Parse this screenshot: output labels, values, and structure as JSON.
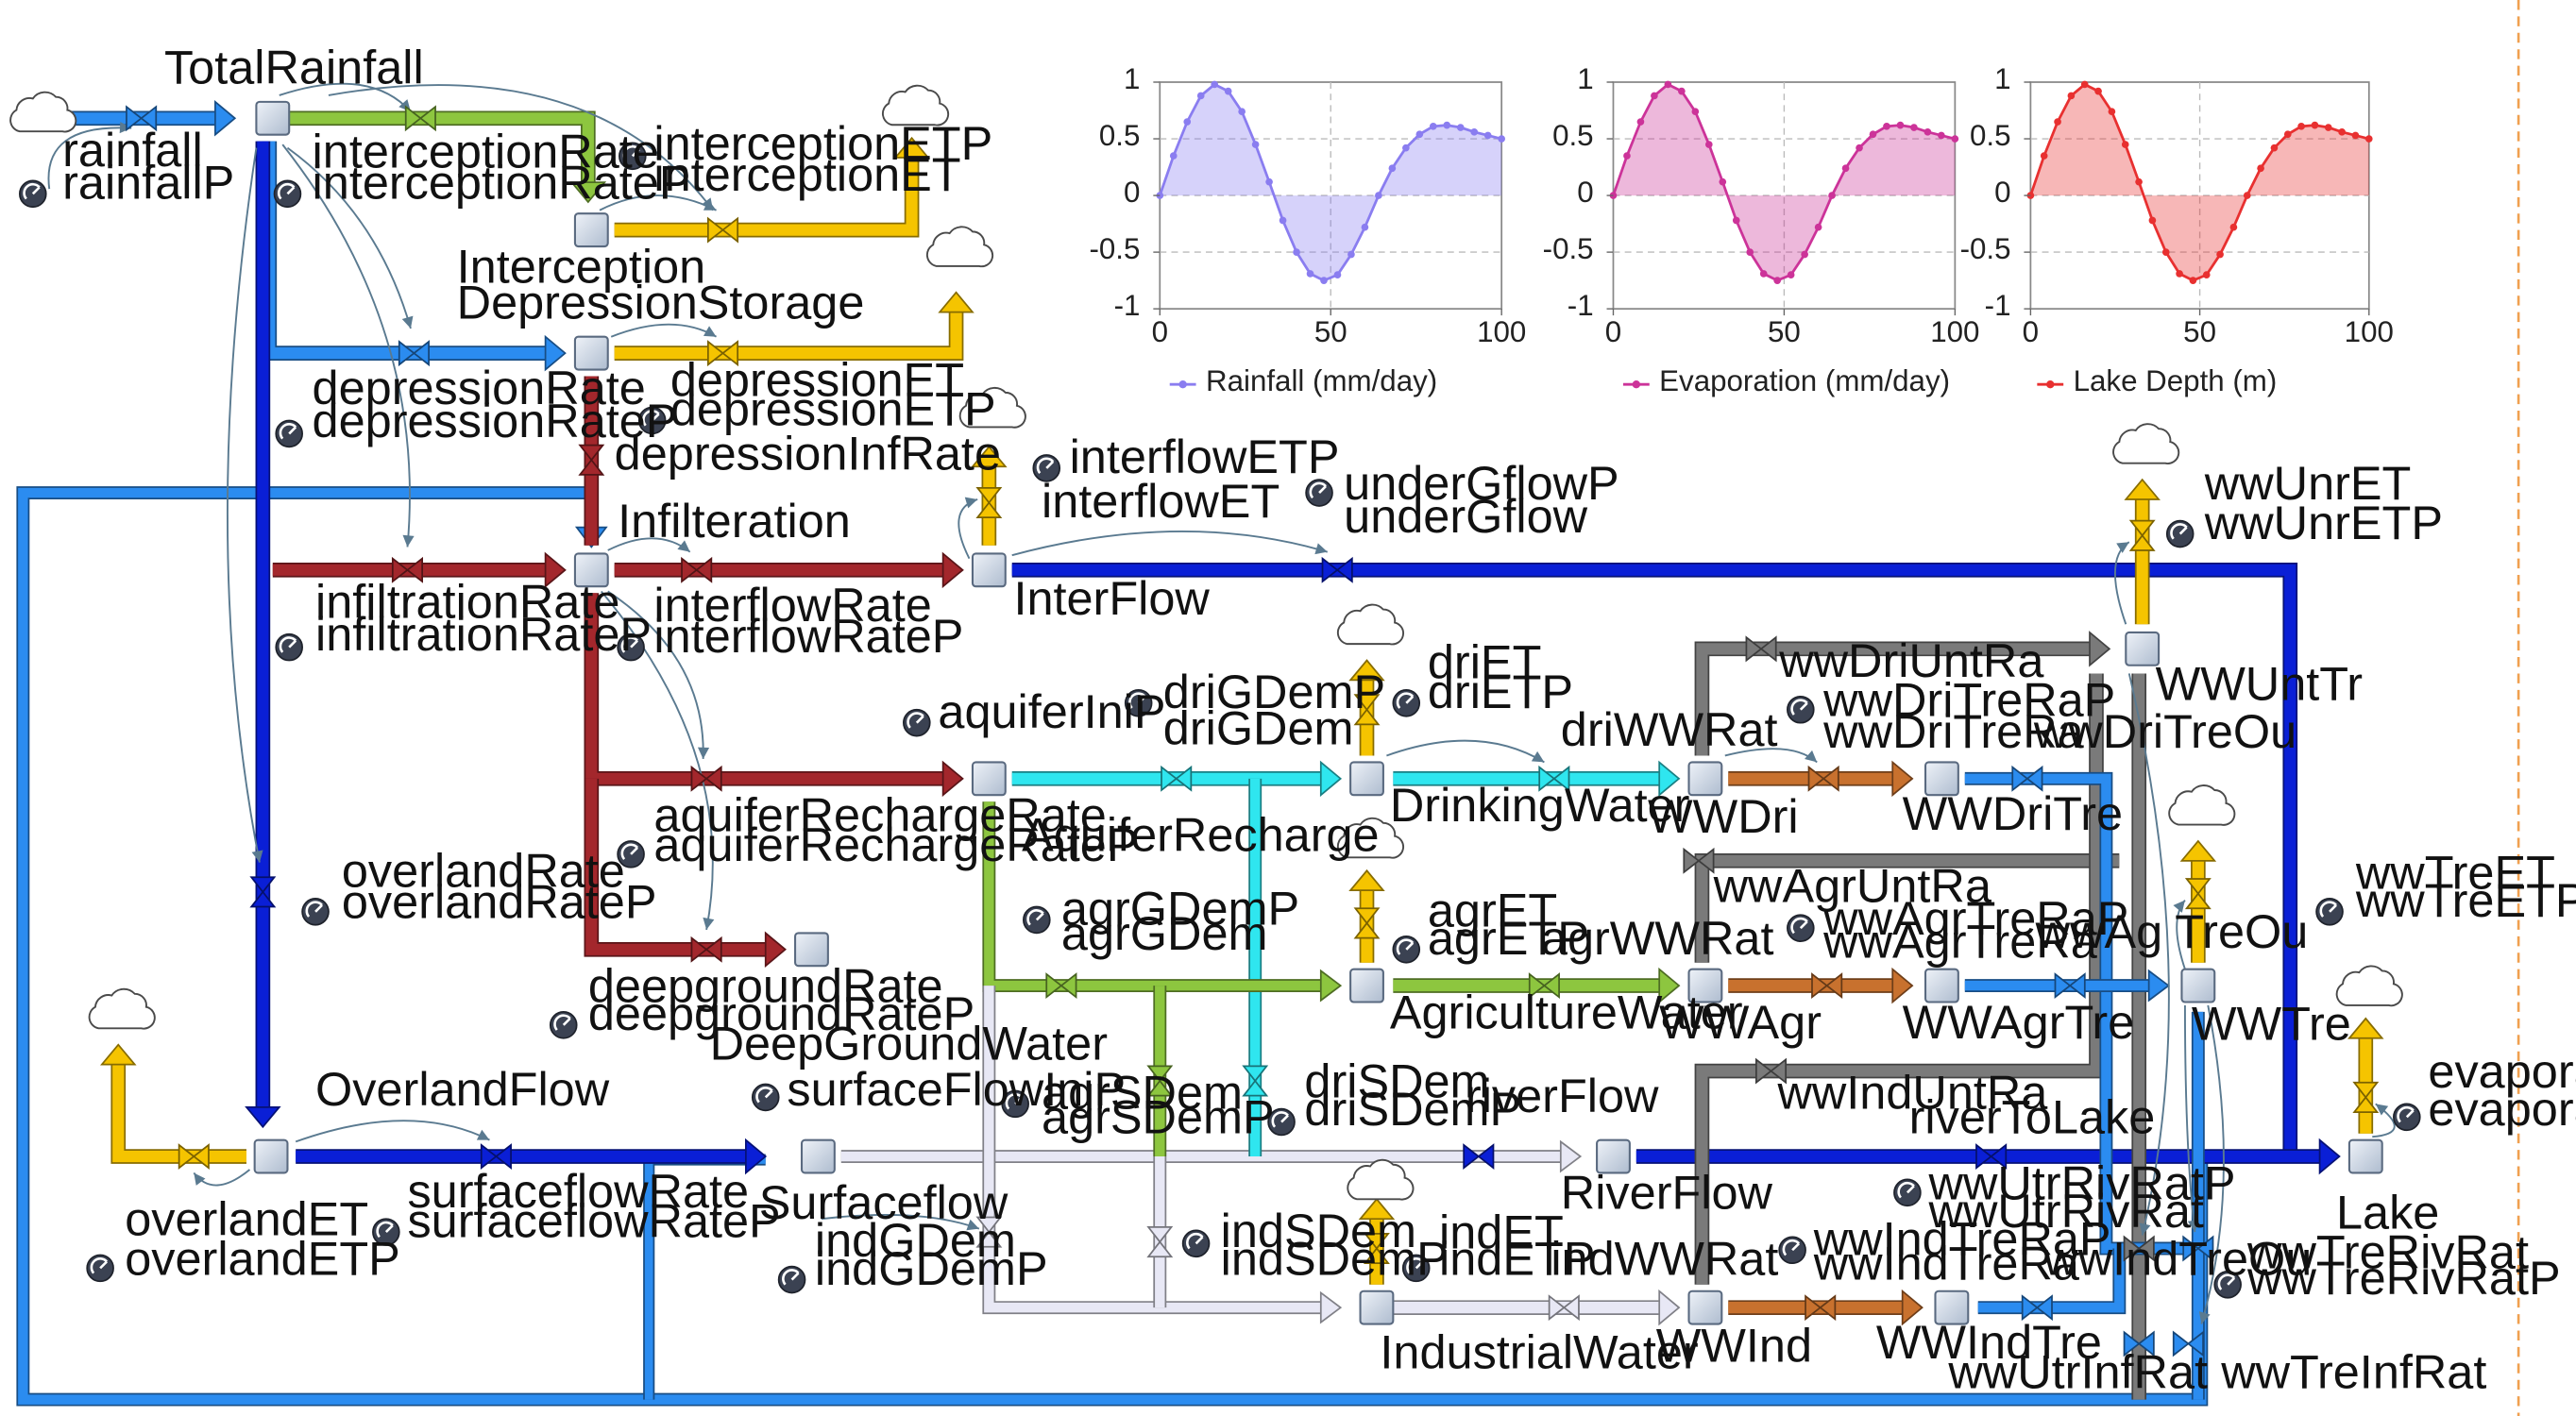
{
  "colors": {
    "rainfall_pipe": "#2b8cf0",
    "interception_pipe": "#8dc63f",
    "et_pipe": "#f5c400",
    "infiltration_pipe": "#a3272c",
    "overland_pipe": "#0a1fd6",
    "river_pipe": "#0a1fd6",
    "surface_pipe": "#2b8cf0",
    "aquifer_pipe": "#2fe6ef",
    "industrial_pipe": "#e8e8f5",
    "treatment_pipe": "#c8712e",
    "untreated_pipe": "#7a7a7a",
    "treated_out_pipe": "#2b8cf0",
    "stock_fill": "#cfd8e6",
    "link_arrow": "#5a7a90",
    "chart_rainfall": "#8a7df0",
    "chart_evaporation": "#cc3399",
    "chart_lake": "#e83030",
    "dashed_border": "#f0a050"
  },
  "labels": {
    "rainfall": "rainfall",
    "rainfallP": "rainfallP",
    "TotalRainfall": "TotalRainfall",
    "interceptionRate": "interceptionRate",
    "interceptionRateP": "interceptionRateP",
    "interceptionETP": "interceptionETP",
    "interceptionET": "interceptionET",
    "Interception": "Interception",
    "DepressionStorage": "DepressionStorage",
    "depressionRate": "depressionRate",
    "depressionRateP": "depressionRateP",
    "depressionET": "depressionET",
    "depressionETP": "depressionETP",
    "depressionInfRate": "depressionInfRate",
    "Infilteration": "Infilteration",
    "infiltrationRate": "infiltrationRate",
    "infiltrationRateP": "infiltrationRateP",
    "interflowRate": "interflowRate",
    "interflowRateP": "interflowRateP",
    "interflowETP": "interflowETP",
    "interflowET": "interflowET",
    "InterFlow": "InterFlow",
    "underGflowP": "underGflowP",
    "underGflow": "underGflow",
    "aquiferIniP": "aquiferIniP",
    "aquiferRechargeRate": "aquiferRechargeRate",
    "aquiferRechargeRateP": "aquiferRechargeRateP",
    "AquiferRecharge": "AquiferRecharge",
    "overlandRate": "overlandRate",
    "overlandRateP": "overlandRateP",
    "deepgroundRate": "deepgroundRate",
    "deepgroundRateP": "deepgroundRateP",
    "DeepGroundWater": "DeepGroundWater",
    "OverlandFlow": "OverlandFlow",
    "overlandET": "overlandET",
    "overlandETP": "overlandETP",
    "surfaceflowRate": "surfaceflowRate",
    "surfaceflowRateP": "surfaceflowRateP",
    "surfaceFlowIniP": "surfaceFlowIniP",
    "Surfaceflow": "Surfaceflow",
    "indGDem": "indGDem",
    "indGDemP": "indGDemP",
    "driGDemP": "driGDemP",
    "driGDem": "driGDem",
    "agrGDemP": "agrGDemP",
    "agrGDem": "agrGDem",
    "agrSDem": "agrSDem",
    "agrSDemP": "agrSDemP",
    "driSDem": "driSDem",
    "driSDemP": "driSDemP",
    "indSDem": "indSDem",
    "indSDemP": "indSDemP",
    "driET": "driET",
    "driETP": "driETP",
    "DrinkingWater": "DrinkingWater",
    "driWWRat": "driWWRat",
    "agrET": "agrET",
    "agrETP": "agrETP",
    "AgricultureWater": "AgricultureWater",
    "agrWWRat": "agrWWRat",
    "indET": "indET",
    "indETP": "indETP",
    "IndustrialWater": "IndustrialWater",
    "indWWRat": "indWWRat",
    "riverFlow": "riverFlow",
    "RiverFlow": "RiverFlow",
    "riverToLake": "riverToLake",
    "WWDri": "WWDri",
    "WWAgr": "WWAgr",
    "WWInd": "WWInd",
    "wwDriUntRa": "wwDriUntRa",
    "wwDriTreRaP": "wwDriTreRaP",
    "wwDriTreRa": "wwDriTreRa",
    "WWDriTre": "WWDriTre",
    "wwAgrUntRa": "wwAgrUntRa",
    "wwAgrTreRaP": "wwAgrTreRaP",
    "wwAgrTreRa": "wwAgrTreRa",
    "WWAgrTre": "WWAgrTre",
    "wwIndUntRa": "wwIndUntRa",
    "wwIndTreRaP": "wwIndTreRaP",
    "wwIndTreRa": "wwIndTreRa",
    "WWIndTre": "WWIndTre",
    "wwDriTreOu": "wwDriTreOu",
    "wwAgrTreOu": "wwAg TreOu",
    "wwIndTreOu": "wwIndTreOu",
    "wwUtrRivRatP": "wwUtrRivRatP",
    "wwUtrRivRat": "wwUtrRivRat",
    "wwUtrInfRat": "wwUtrInfRat",
    "wwUnrET": "wwUnrET",
    "wwUnrETP": "wwUnrETP",
    "WWUntTr": "WWUntTr",
    "wwTreET": "wwTreET",
    "wwTreETP": "wwTreETP",
    "WWTre": "WWTre",
    "wwTreRivRat": "wwTreRivRat",
    "wwTreRivRatP": "wwTreRivRatP",
    "wwTreInfRat": "wwTreInfRat",
    "Lake": "Lake",
    "evaporation": "evaporation",
    "evaporationP": "evaporation"
  },
  "chart_data": [
    {
      "type": "line",
      "legend": "Rainfall (mm/day)",
      "color_key": "chart_rainfall",
      "x": [
        0,
        4,
        8,
        12,
        16,
        20,
        24,
        28,
        32,
        36,
        40,
        44,
        48,
        52,
        56,
        60,
        64,
        68,
        72,
        76,
        80,
        84,
        88,
        92,
        96,
        100
      ],
      "y": [
        0.0,
        0.35,
        0.65,
        0.88,
        0.98,
        0.92,
        0.74,
        0.45,
        0.12,
        -0.22,
        -0.5,
        -0.69,
        -0.75,
        -0.7,
        -0.52,
        -0.28,
        0.0,
        0.24,
        0.42,
        0.54,
        0.61,
        0.62,
        0.6,
        0.56,
        0.53,
        0.5
      ],
      "xlim": [
        0,
        100
      ],
      "ylim": [
        -1,
        1
      ],
      "xticks": [
        0,
        50,
        100
      ],
      "yticks": [
        1,
        0.5,
        0,
        -0.5,
        -1
      ],
      "grid": true
    },
    {
      "type": "line",
      "legend": "Evaporation (mm/day)",
      "color_key": "chart_evaporation",
      "x": [
        0,
        4,
        8,
        12,
        16,
        20,
        24,
        28,
        32,
        36,
        40,
        44,
        48,
        52,
        56,
        60,
        64,
        68,
        72,
        76,
        80,
        84,
        88,
        92,
        96,
        100
      ],
      "y": [
        0.0,
        0.35,
        0.65,
        0.88,
        0.98,
        0.92,
        0.74,
        0.45,
        0.12,
        -0.22,
        -0.5,
        -0.69,
        -0.75,
        -0.7,
        -0.52,
        -0.28,
        0.0,
        0.24,
        0.42,
        0.54,
        0.61,
        0.62,
        0.6,
        0.56,
        0.53,
        0.5
      ],
      "xlim": [
        0,
        100
      ],
      "ylim": [
        -1,
        1
      ],
      "xticks": [
        0,
        50,
        100
      ],
      "yticks": [
        1,
        0.5,
        0,
        -0.5,
        -1
      ],
      "grid": true
    },
    {
      "type": "line",
      "legend": "Lake Depth (m)",
      "color_key": "chart_lake",
      "x": [
        0,
        4,
        8,
        12,
        16,
        20,
        24,
        28,
        32,
        36,
        40,
        44,
        48,
        52,
        56,
        60,
        64,
        68,
        72,
        76,
        80,
        84,
        88,
        92,
        96,
        100
      ],
      "y": [
        0.0,
        0.35,
        0.65,
        0.88,
        0.98,
        0.92,
        0.74,
        0.45,
        0.12,
        -0.22,
        -0.5,
        -0.69,
        -0.75,
        -0.7,
        -0.52,
        -0.28,
        0.0,
        0.24,
        0.42,
        0.54,
        0.61,
        0.62,
        0.6,
        0.56,
        0.53,
        0.5
      ],
      "xlim": [
        0,
        100
      ],
      "ylim": [
        -1,
        1
      ],
      "xticks": [
        0,
        50,
        100
      ],
      "yticks": [
        1,
        0.5,
        0,
        -0.5,
        -1
      ],
      "grid": true
    }
  ]
}
